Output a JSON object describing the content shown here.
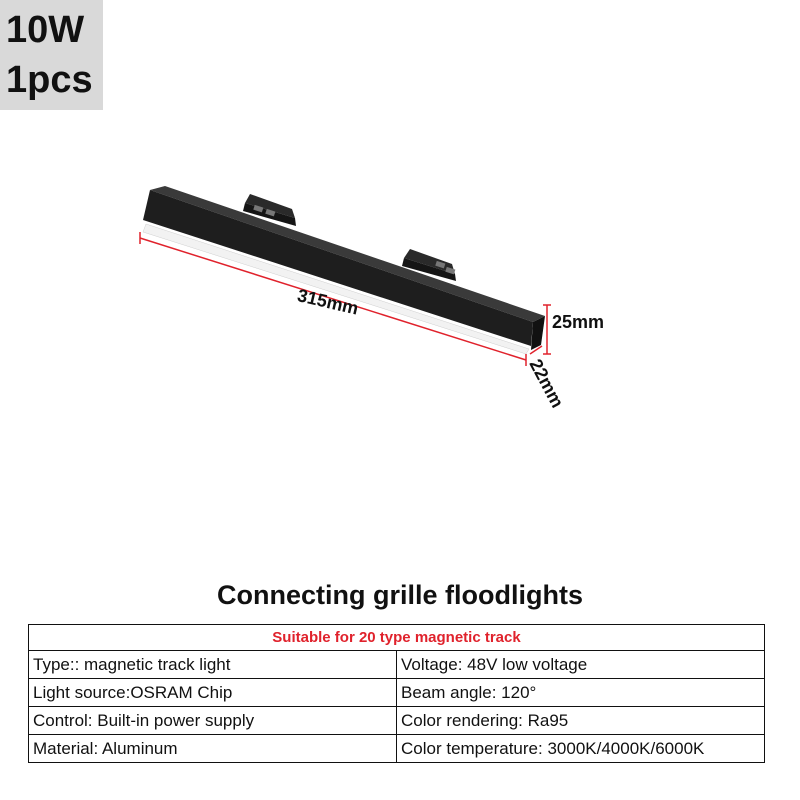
{
  "badge": {
    "wattage": "10W",
    "quantity": "1pcs"
  },
  "dimensions": {
    "length": "315mm",
    "height": "25mm",
    "width": "22mm"
  },
  "title": "Connecting grille floodlights",
  "specs": {
    "header": "Suitable for 20 type magnetic track",
    "rows": [
      [
        "Type:: magnetic track light",
        "Voltage: 48V low voltage"
      ],
      [
        "Light source:OSRAM Chip",
        "Beam angle: 120°"
      ],
      [
        "Control: Built-in power supply",
        "Color rendering: Ra95"
      ],
      [
        "Material: Aluminum",
        "Color temperature: 3000K/4000K/6000K"
      ]
    ]
  },
  "colors": {
    "accent": "#e0222c",
    "badge_bg": "#d9d9d9",
    "fixture": "#1e1e1e"
  }
}
